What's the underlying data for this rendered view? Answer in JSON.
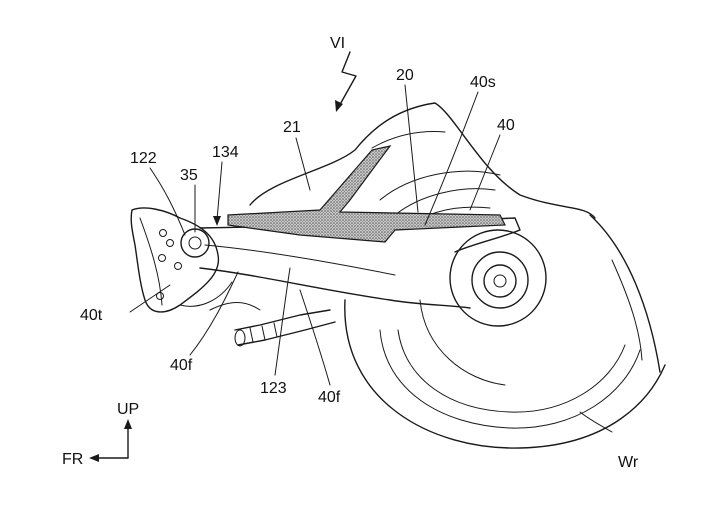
{
  "figure": {
    "view_label": "VI",
    "labels": {
      "l122": "122",
      "l35": "35",
      "l134": "134",
      "l21": "21",
      "l20": "20",
      "l40s": "40s",
      "l40": "40",
      "l40t": "40t",
      "l40f_left": "40f",
      "l123": "123",
      "l40f_right": "40f",
      "lWr": "Wr"
    },
    "direction": {
      "up": "UP",
      "front": "FR"
    },
    "colors": {
      "line": "#1a1a1a",
      "stipple": "#9a9a9a"
    }
  }
}
